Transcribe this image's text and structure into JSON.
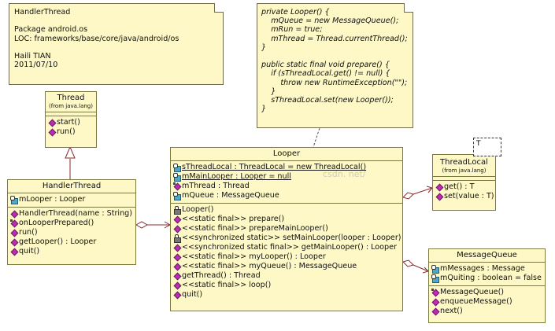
{
  "note_handlerthread": {
    "lines": [
      "HandlerThread",
      "",
      "Package android.os",
      "LOC: frameworks/base/core/java/android/os",
      "",
      "Haili TIAN",
      "2011/07/10"
    ]
  },
  "note_code": {
    "lines": [
      "private Looper() {",
      "    mQueue = new MessageQueue();",
      "    mRun = true;",
      "    mThread = Thread.currentThread();",
      "}",
      "",
      "public static final void prepare() {",
      "    if (sThreadLocal.get() != null) {",
      "        throw new RuntimeException(\"\");",
      "    }",
      "    sThreadLocal.set(new Looper());",
      "}"
    ]
  },
  "thread": {
    "title": "Thread",
    "subtitle": "(from java.lang)",
    "methods": [
      "start()",
      "run()"
    ]
  },
  "handlerthread": {
    "title": "HandlerThread",
    "fields": [
      "mLooper : Looper"
    ],
    "methods": [
      "HandlerThread(name : String)",
      "onLooperPrepared()",
      "run()",
      "getLooper() : Looper",
      "quit()"
    ]
  },
  "looper": {
    "title": "Looper",
    "fields": [
      "sThreadLocal : ThreadLocal = new ThreadLocal()",
      "mMainLooper : Looper = null",
      "mThread : Thread",
      "mQueue : MessageQueue"
    ],
    "methods": [
      "Looper()",
      "<<static final>> prepare()",
      "<<static final>> prepareMainLooper()",
      "<<synchronized static>> setMainLooper(looper : Looper)",
      "<<synchronized static final>> getMainLooper() : Looper",
      "<<static final>> myLooper() : Looper",
      "<<static final>> myQueue() : MessageQueue",
      "getThread() : Thread",
      "<<static final>> loop()",
      "quit()"
    ]
  },
  "threadlocal": {
    "template_param": "T",
    "title": "ThreadLocal",
    "subtitle": "(from java.lang)",
    "methods": [
      "get() : T",
      "set(value : T)"
    ]
  },
  "messagequeue": {
    "title": "MessageQueue",
    "fields": [
      "mMessages : Message",
      "mQuiting : boolean = false"
    ],
    "methods": [
      "MessageQueue()",
      "enqueueMessage()",
      "next()"
    ]
  },
  "watermark": "csdn. net/",
  "colors": {
    "class_fill": "#fdf8c6",
    "line": "#8a2a2a"
  }
}
